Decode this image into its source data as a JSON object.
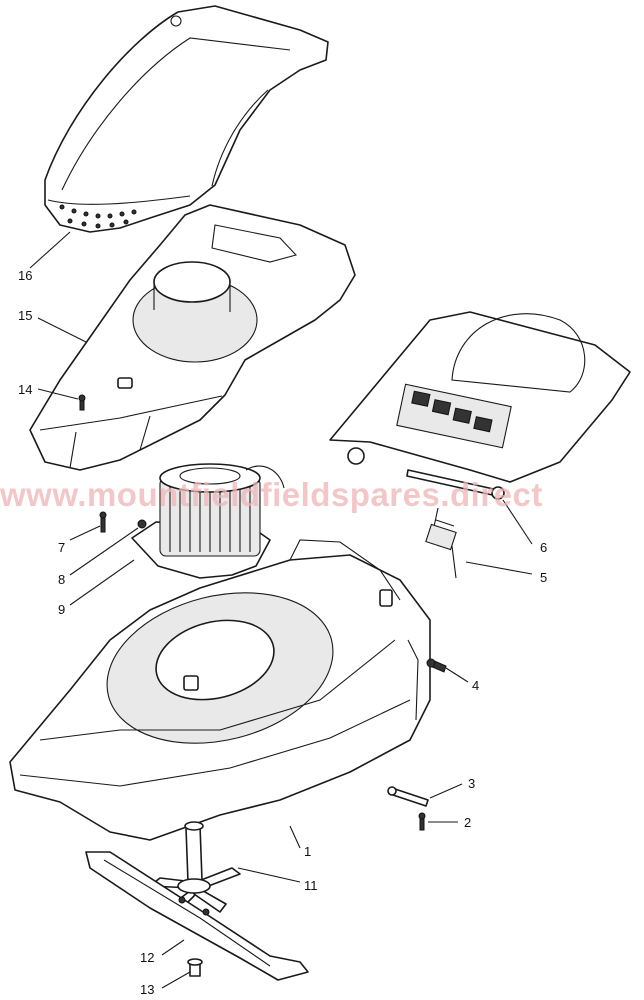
{
  "watermark": "www.mountfieldfieldspares.direct",
  "callouts": [
    {
      "id": "1",
      "label": "1"
    },
    {
      "id": "2",
      "label": "2"
    },
    {
      "id": "3",
      "label": "3"
    },
    {
      "id": "4",
      "label": "4"
    },
    {
      "id": "5",
      "label": "5"
    },
    {
      "id": "6",
      "label": "6"
    },
    {
      "id": "7",
      "label": "7"
    },
    {
      "id": "8",
      "label": "8"
    },
    {
      "id": "9",
      "label": "9"
    },
    {
      "id": "11",
      "label": "11"
    },
    {
      "id": "12",
      "label": "12"
    },
    {
      "id": "13",
      "label": "13"
    },
    {
      "id": "14",
      "label": "14"
    },
    {
      "id": "15",
      "label": "15"
    },
    {
      "id": "16",
      "label": "16"
    }
  ]
}
